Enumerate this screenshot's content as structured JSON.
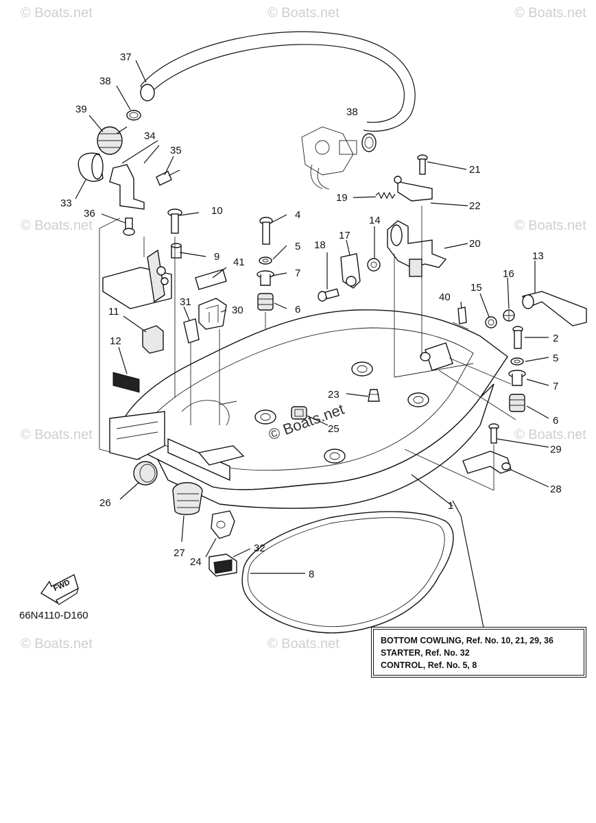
{
  "diagram_code": "66N4110-D160",
  "fwd_label": "FWD",
  "watermark_text": "© Boats.net",
  "center_watermark": "© Boats.net",
  "callouts": {
    "c1": "1",
    "c2": "2",
    "c4": "4",
    "c5": "5",
    "c6a": "6",
    "c6b": "6",
    "c7a": "7",
    "c7b": "7",
    "c8": "8",
    "c9": "9",
    "c10": "10",
    "c11": "11",
    "c12": "12",
    "c13": "13",
    "c14": "14",
    "c15": "15",
    "c16": "16",
    "c17": "17",
    "c18": "18",
    "c19": "19",
    "c20": "20",
    "c21": "21",
    "c22": "22",
    "c23": "23",
    "c24": "24",
    "c25": "25",
    "c26": "26",
    "c27": "27",
    "c28": "28",
    "c29": "29",
    "c30": "30",
    "c31": "31",
    "c32": "32",
    "c33": "33",
    "c34": "34",
    "c35": "35",
    "c36": "36",
    "c37": "37",
    "c38a": "38",
    "c38b": "38",
    "c39": "39",
    "c40": "40",
    "c41": "41"
  },
  "notes": [
    "BOTTOM COWLING,  Ref. No. 10, 21, 29, 36",
    "STARTER,  Ref. No. 32",
    "CONTROL,  Ref. No. 5, 8"
  ]
}
